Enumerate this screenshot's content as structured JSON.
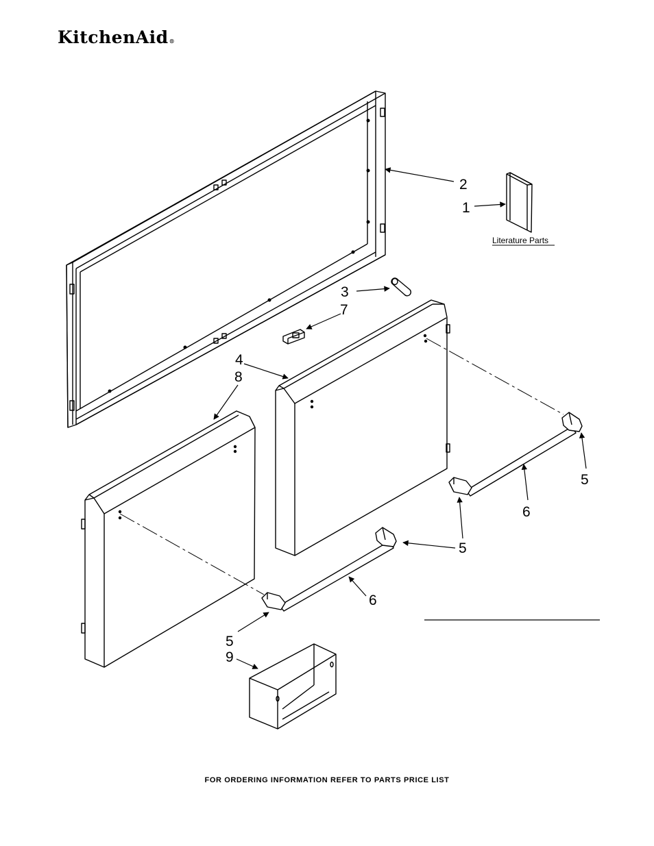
{
  "brand": {
    "name": "KitchenAid",
    "registered_mark": "®"
  },
  "callouts": {
    "frame": "2",
    "literature": "1",
    "cap": "3",
    "clip": "7",
    "right_door": "4",
    "left_door": "8",
    "endcap_upper_right": "5",
    "handle_right": "6",
    "endcap_upper_left": "5",
    "endcap_mid": "5",
    "handle_left": "6",
    "endcap_lower_left": "5",
    "bracket": "9"
  },
  "literature_caption": "Literature Parts",
  "footer": "FOR ORDERING INFORMATION REFER TO PARTS PRICE LIST"
}
